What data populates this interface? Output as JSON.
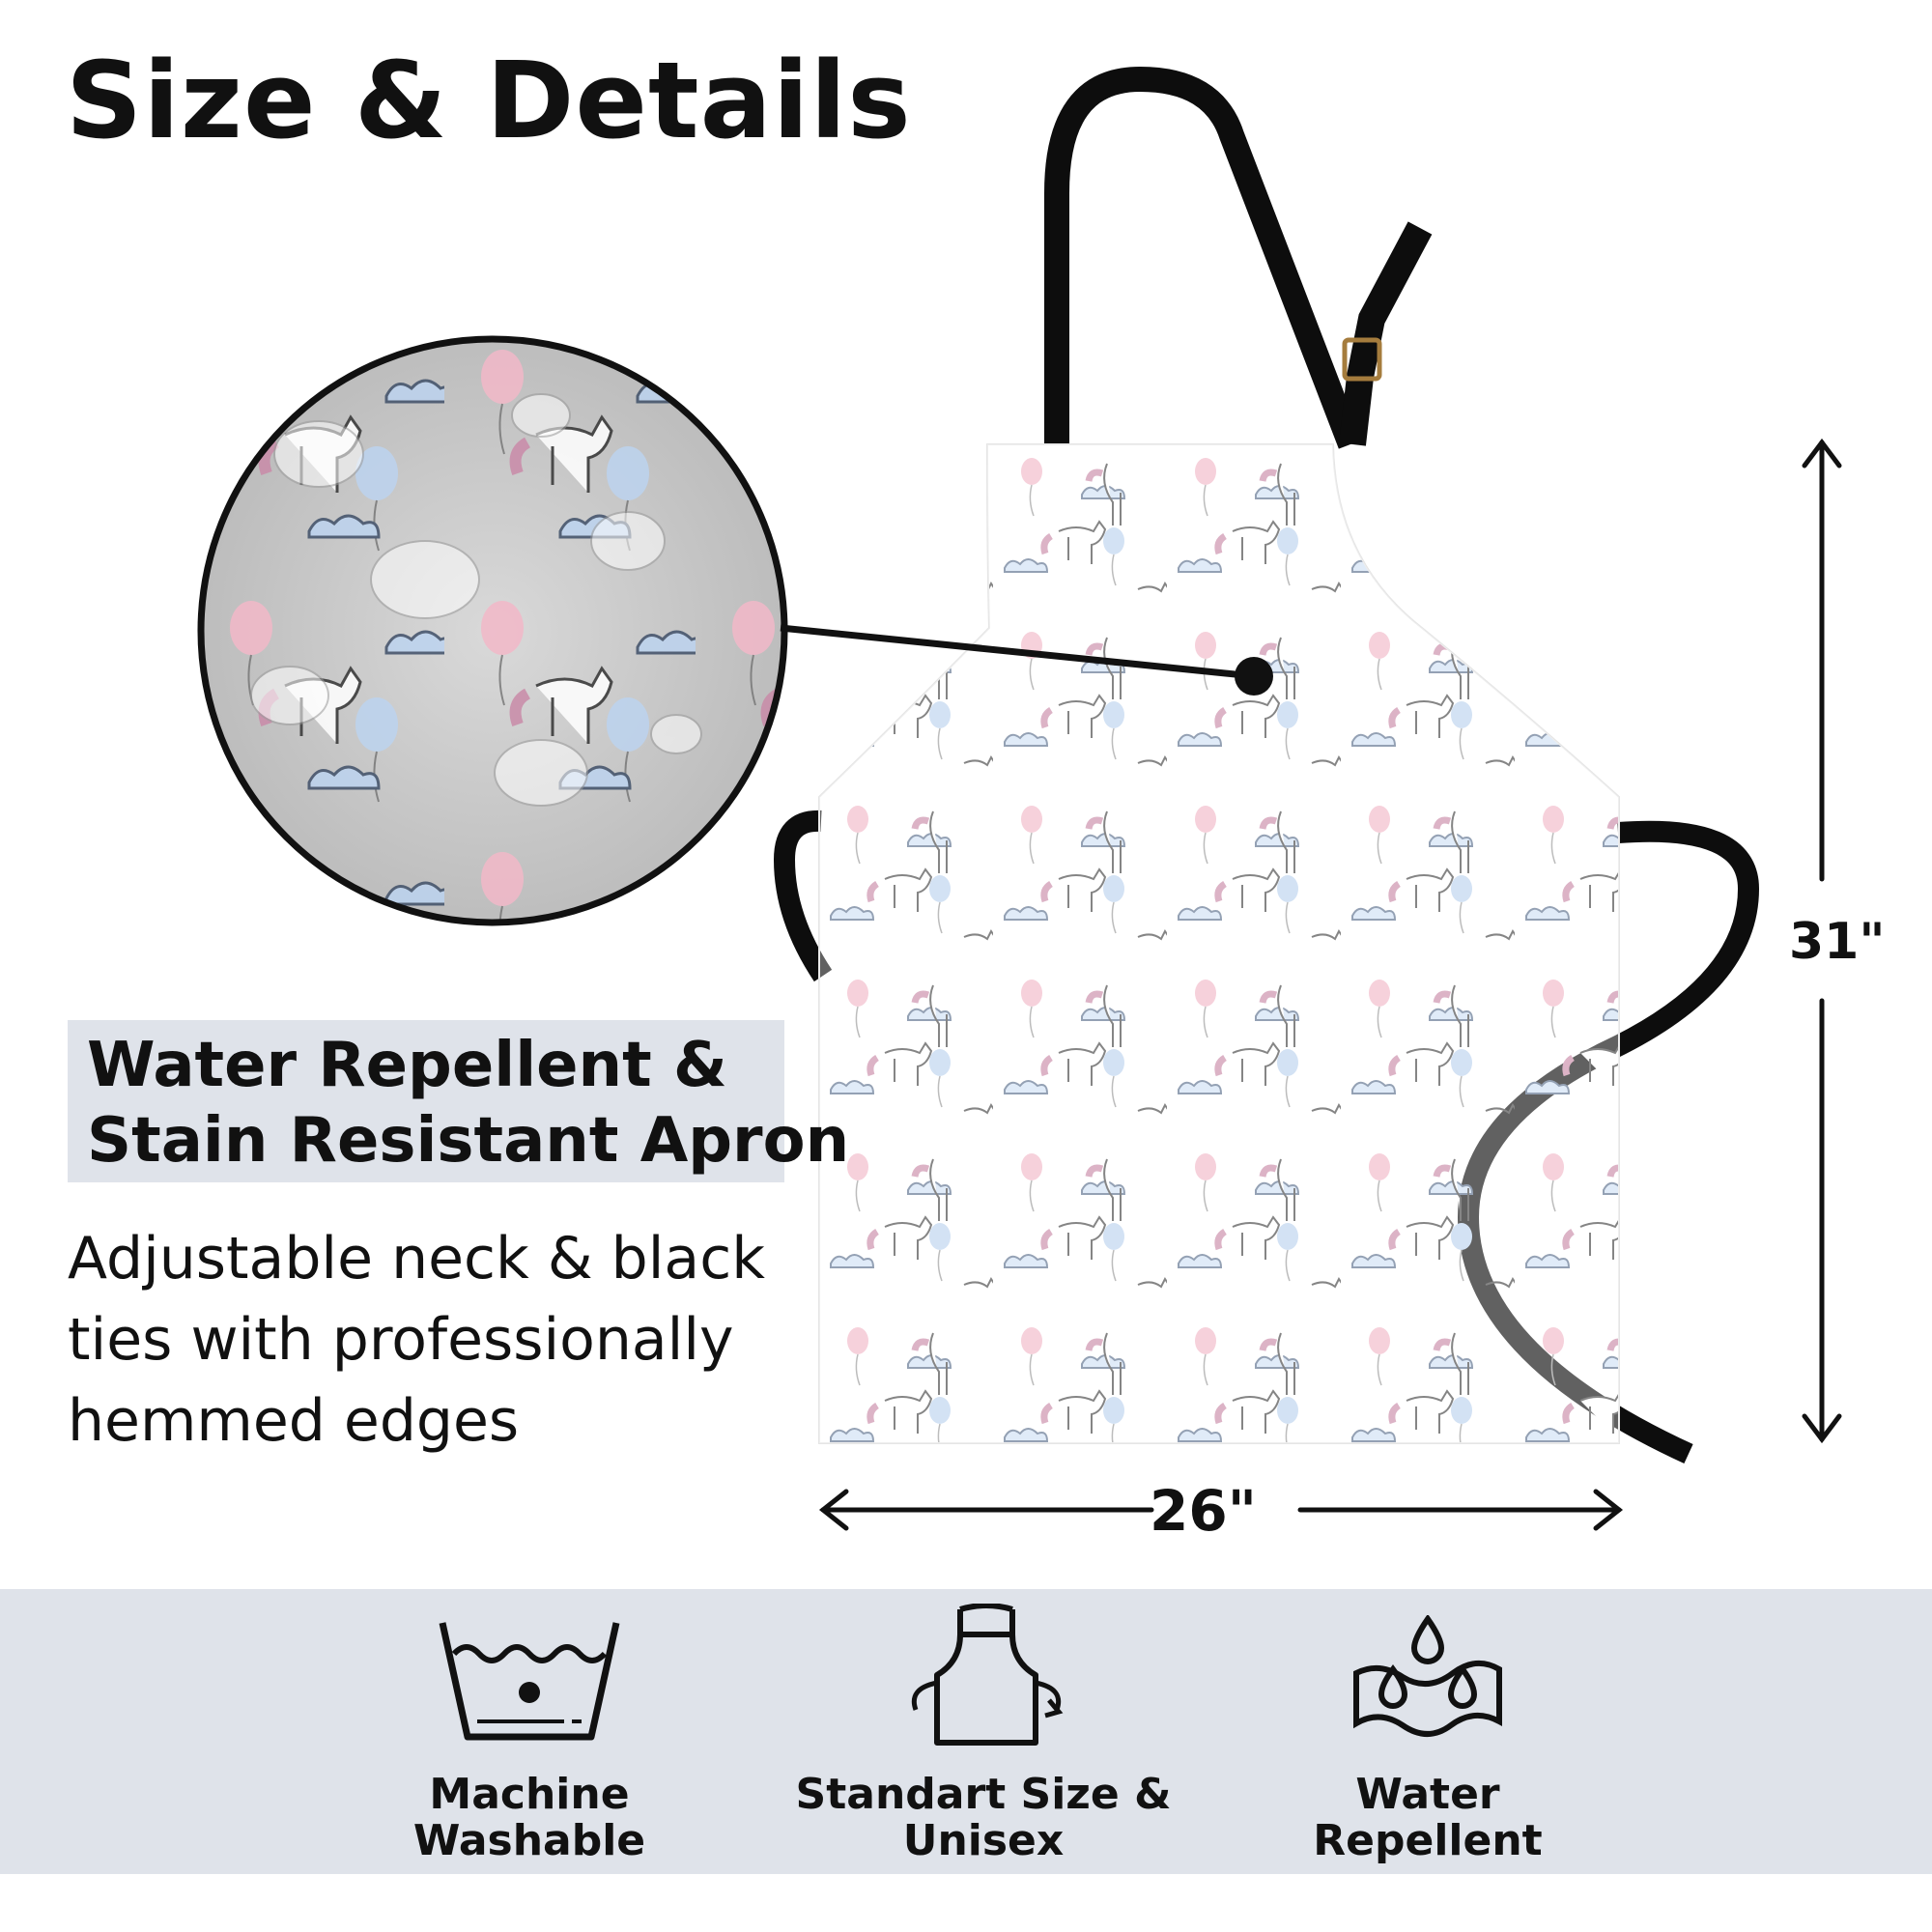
{
  "heading": "Size & Details",
  "feature": {
    "line1": "Water Repellent &",
    "line2": "Stain Resistant Apron"
  },
  "description": {
    "line1": "Adjustable neck & black",
    "line2": "ties with professionally",
    "line3": "hemmed edges"
  },
  "dimensions": {
    "width": "26\"",
    "length": "31\""
  },
  "features_bar": [
    {
      "label_line1": "Machine",
      "label_line2": "Washable",
      "icon": "washing-tub-icon"
    },
    {
      "label_line1": "Standart Size &",
      "label_line2": "Unisex",
      "icon": "apron-icon"
    },
    {
      "label_line1": "Water",
      "label_line2": "Repellent",
      "icon": "water-drops-icon"
    }
  ],
  "colors": {
    "panel": "#dfe3ea",
    "strap": "#0d0d0d",
    "balloon_pink": "#f2b8c8",
    "balloon_blue": "#bcd3ef"
  }
}
